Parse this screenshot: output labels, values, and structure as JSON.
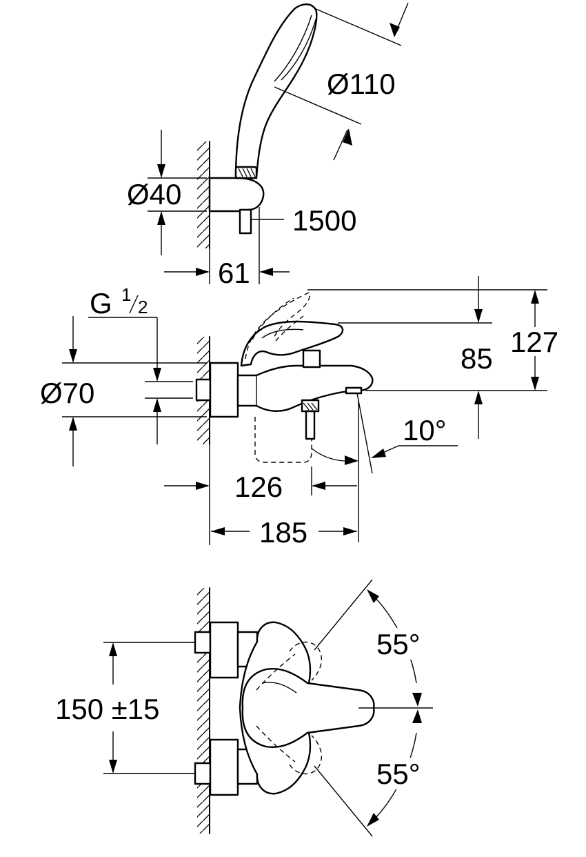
{
  "dimensions": {
    "head_diameter": "Ø110",
    "holder_diameter": "Ø40",
    "hose_length": "1500",
    "holder_projection": "61",
    "thread_main": "G",
    "thread_num": "1",
    "thread_den": "2",
    "flange_diameter": "Ø70",
    "spout_height": "85",
    "lever_height": "127",
    "spout_angle": "10°",
    "outlet_distance": "126",
    "spout_reach": "185",
    "centres": "150 ±15",
    "lever_angle_up": "55°",
    "lever_angle_down": "55°"
  }
}
